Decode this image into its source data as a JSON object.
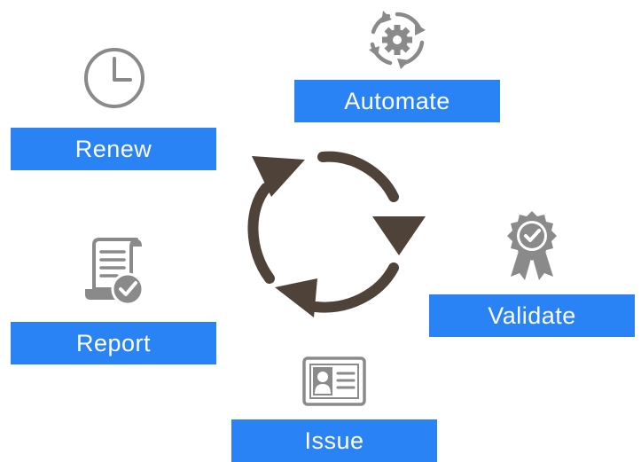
{
  "diagram": {
    "type": "lifecycle",
    "steps": [
      {
        "key": "automate",
        "label": "Automate",
        "icon": "gear-sync-icon"
      },
      {
        "key": "validate",
        "label": "Validate",
        "icon": "award-badge-icon"
      },
      {
        "key": "issue",
        "label": "Issue",
        "icon": "id-card-icon"
      },
      {
        "key": "report",
        "label": "Report",
        "icon": "document-check-icon"
      },
      {
        "key": "renew",
        "label": "Renew",
        "icon": "clock-icon"
      }
    ],
    "center_icon": "cycle-arrows-icon",
    "colors": {
      "label_bg": "#2a83f5",
      "label_text": "#ffffff",
      "icon_gray": "#8a8a8a",
      "cycle_brown": "#4f4238"
    }
  }
}
